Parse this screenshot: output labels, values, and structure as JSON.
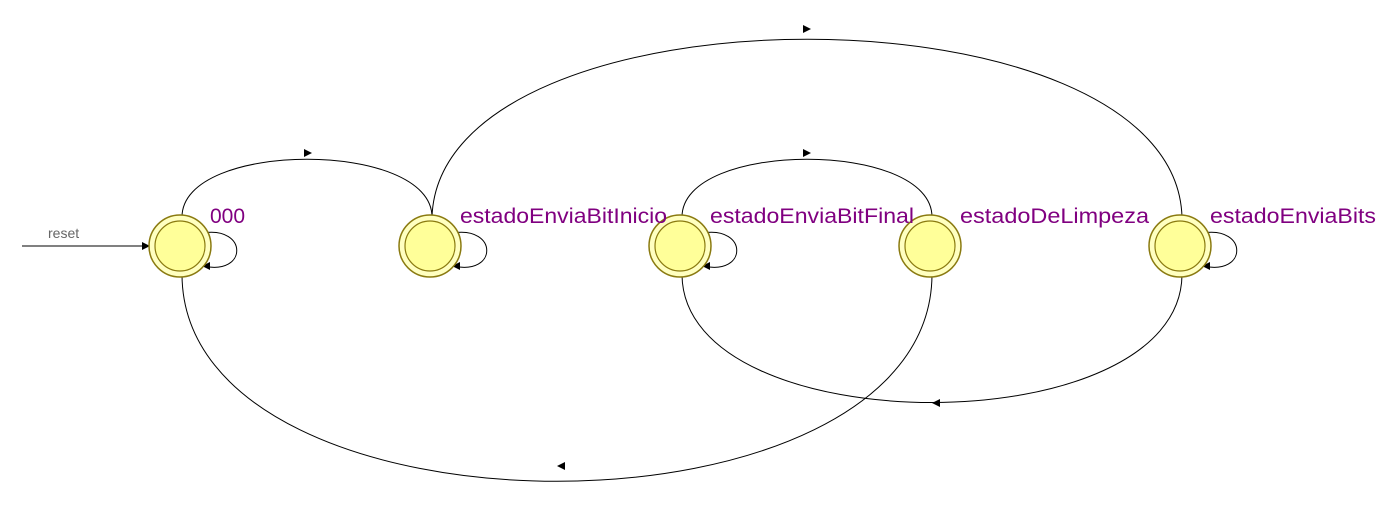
{
  "diagram": {
    "type": "state-machine",
    "reset_label": "reset",
    "colors": {
      "state_fill": "#ffffa8",
      "state_ring": "#a09020",
      "label": "#800080",
      "edge": "#000000",
      "reset_label": "#666666"
    },
    "states": [
      {
        "id": "s0",
        "label": "000",
        "initial": true
      },
      {
        "id": "s1",
        "label": "estadoEnviaBitInicio"
      },
      {
        "id": "s2",
        "label": "estadoEnviaBitFinal"
      },
      {
        "id": "s3",
        "label": "estadoDeLimpeza"
      },
      {
        "id": "s4",
        "label": "estadoEnviaBits"
      }
    ],
    "transitions": [
      {
        "from": "s0",
        "to": "s0"
      },
      {
        "from": "s0",
        "to": "s1"
      },
      {
        "from": "s1",
        "to": "s1"
      },
      {
        "from": "s1",
        "to": "s4"
      },
      {
        "from": "s2",
        "to": "s2"
      },
      {
        "from": "s2",
        "to": "s3"
      },
      {
        "from": "s3",
        "to": "s0"
      },
      {
        "from": "s4",
        "to": "s4"
      },
      {
        "from": "s4",
        "to": "s2"
      }
    ]
  }
}
